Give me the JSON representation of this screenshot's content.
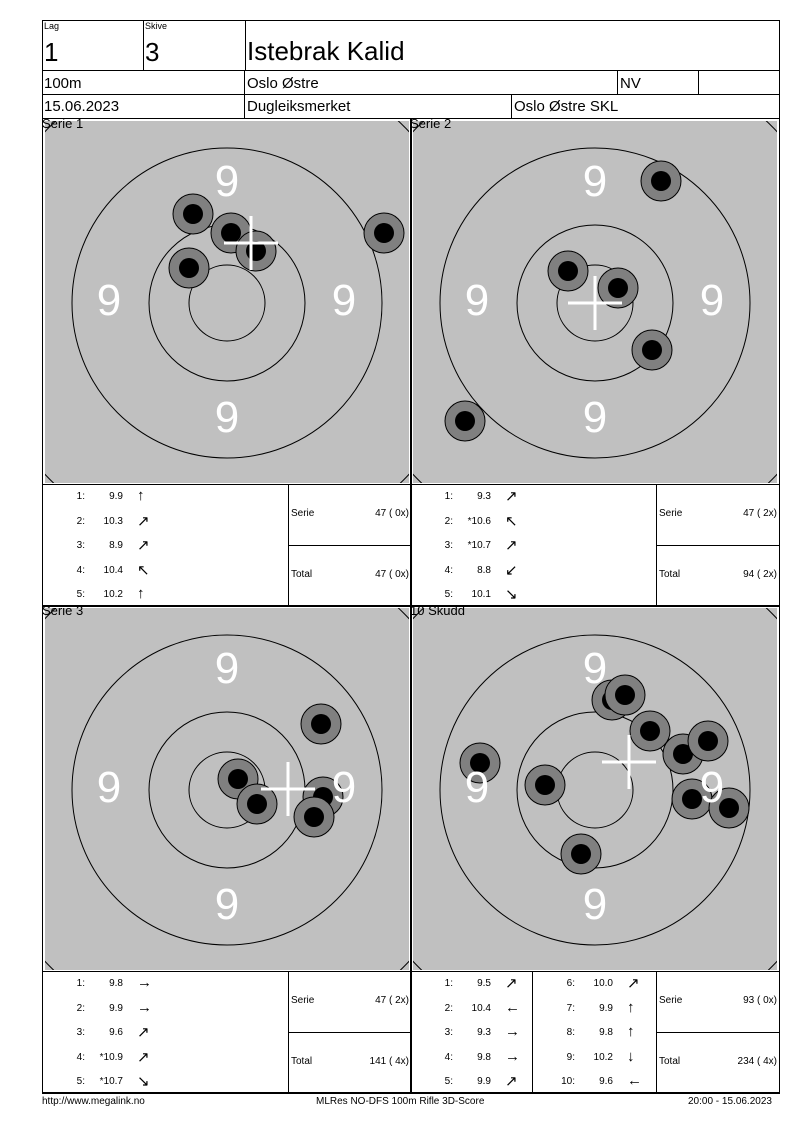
{
  "header": {
    "lag_label": "Lag",
    "lag_value": "1",
    "skive_label": "Skive",
    "skive_value": "3",
    "shooter_name": "Istebrak Kalid",
    "distance": "100m",
    "club": "Oslo Østre",
    "class": "NV",
    "extra": "",
    "date": "15.06.2023",
    "event": "Dugleiksmerket",
    "organizer": "Oslo Østre SKL"
  },
  "target_ring_label": "9",
  "colors": {
    "target_bg": "#c0c0c0",
    "shot_ring": "#808080",
    "shot_core": "#000000",
    "crosshair": "#ffffff"
  },
  "panels": [
    {
      "title": "Serie 1",
      "shots": [
        {
          "n": "1:",
          "v": "9.9",
          "a": "↑"
        },
        {
          "n": "2:",
          "v": "10.3",
          "a": "↗"
        },
        {
          "n": "3:",
          "v": "8.9",
          "a": "↗"
        },
        {
          "n": "4:",
          "v": "10.4",
          "a": "↖"
        },
        {
          "n": "5:",
          "v": "10.2",
          "a": "↑"
        }
      ],
      "serie_label": "Serie",
      "serie_value": "47 ( 0x)",
      "total_label": "Total",
      "total_value": "47 ( 0x)"
    },
    {
      "title": "Serie 2",
      "shots": [
        {
          "n": "1:",
          "v": "9.3",
          "a": "↗"
        },
        {
          "n": "2:",
          "v": "*10.6",
          "a": "↖"
        },
        {
          "n": "3:",
          "v": "*10.7",
          "a": "↗"
        },
        {
          "n": "4:",
          "v": "8.8",
          "a": "↙"
        },
        {
          "n": "5:",
          "v": "10.1",
          "a": "↘"
        }
      ],
      "serie_label": "Serie",
      "serie_value": "47 ( 2x)",
      "total_label": "Total",
      "total_value": "94 ( 2x)"
    },
    {
      "title": "Serie 3",
      "shots": [
        {
          "n": "1:",
          "v": "9.8",
          "a": "→"
        },
        {
          "n": "2:",
          "v": "9.9",
          "a": "→"
        },
        {
          "n": "3:",
          "v": "9.6",
          "a": "↗"
        },
        {
          "n": "4:",
          "v": "*10.9",
          "a": "↗"
        },
        {
          "n": "5:",
          "v": "*10.7",
          "a": "↘"
        }
      ],
      "serie_label": "Serie",
      "serie_value": "47 ( 2x)",
      "total_label": "Total",
      "total_value": "141 ( 4x)"
    },
    {
      "title": "10 Skudd",
      "shots": [
        {
          "n": "1:",
          "v": "9.5",
          "a": "↗"
        },
        {
          "n": "2:",
          "v": "10.4",
          "a": "←"
        },
        {
          "n": "3:",
          "v": "9.3",
          "a": "→"
        },
        {
          "n": "4:",
          "v": "9.8",
          "a": "→"
        },
        {
          "n": "5:",
          "v": "9.9",
          "a": "↗"
        },
        {
          "n": "6:",
          "v": "10.0",
          "a": "↗"
        },
        {
          "n": "7:",
          "v": "9.9",
          "a": "↑"
        },
        {
          "n": "8:",
          "v": "9.8",
          "a": "↑"
        },
        {
          "n": "9:",
          "v": "10.2",
          "a": "↓"
        },
        {
          "n": "10:",
          "v": "9.6",
          "a": "←"
        }
      ],
      "serie_label": "Serie",
      "serie_value": "93 ( 0x)",
      "total_label": "Total",
      "total_value": "234 ( 4x)"
    }
  ],
  "footer": {
    "url": "http://www.megalink.no",
    "software": "MLRes NO-DFS 100m Rifle 3D-Score",
    "timestamp": "20:00 - 15.06.2023"
  }
}
